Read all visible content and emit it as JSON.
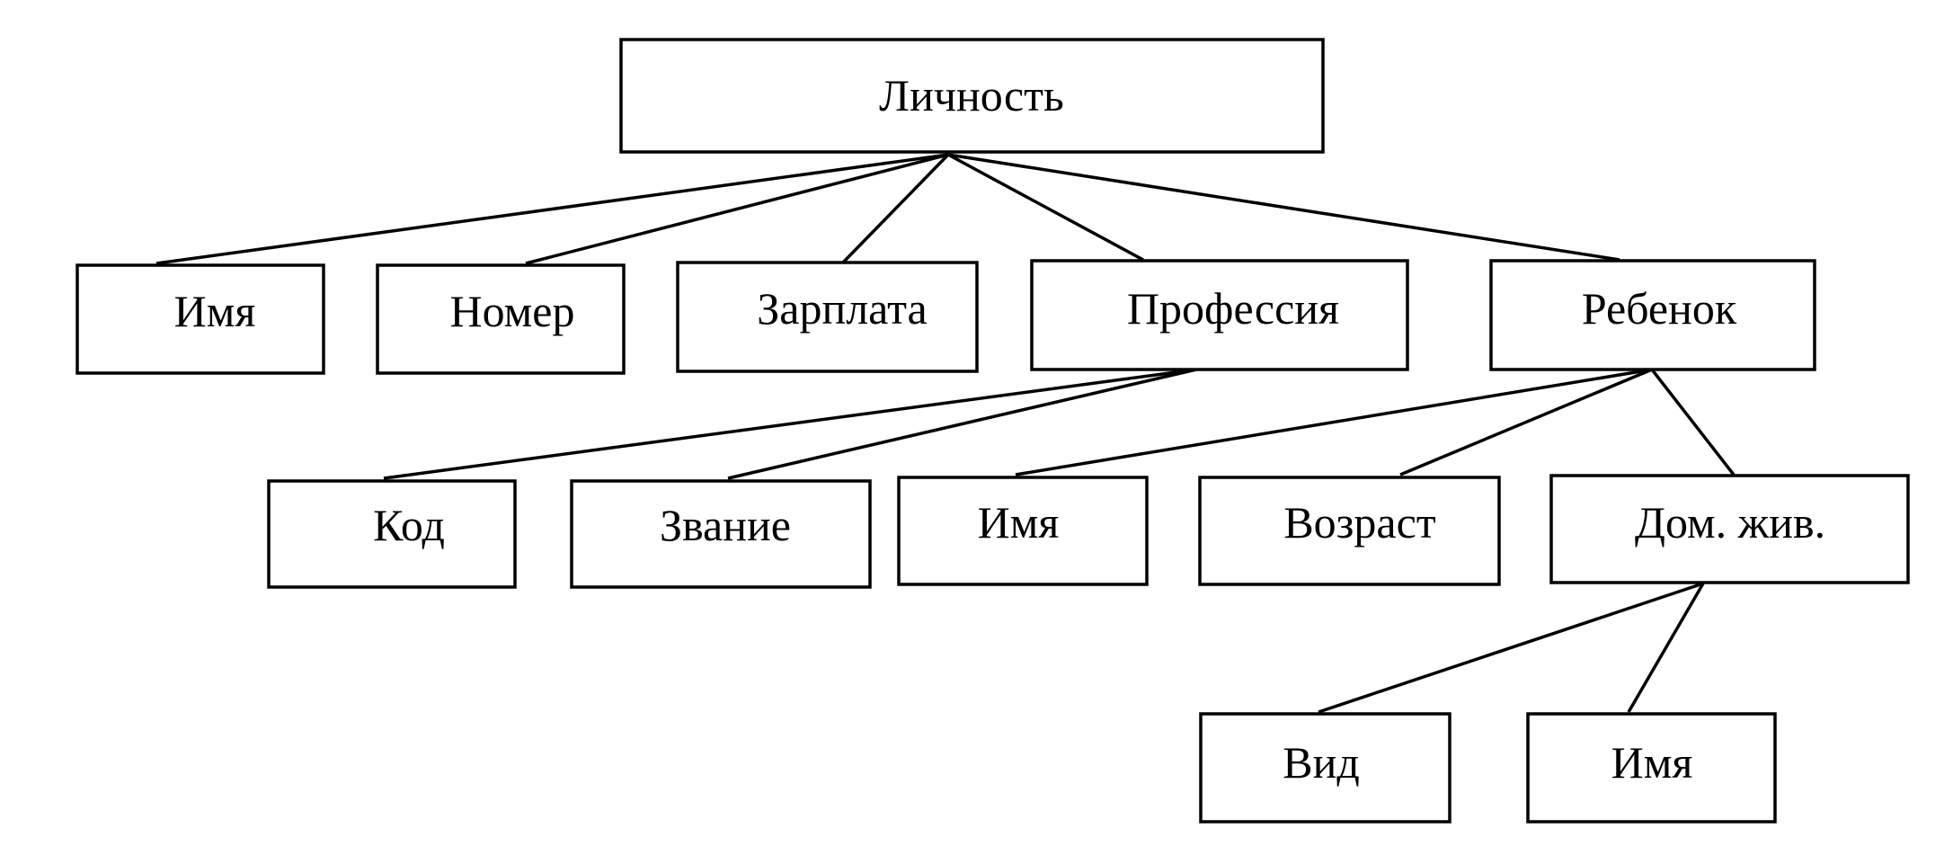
{
  "diagram": {
    "root": {
      "label": "Личность"
    },
    "level1": {
      "name": "Имя",
      "number": "Номер",
      "salary": "Зарплата",
      "profession": "Профессия",
      "child": "Ребенок"
    },
    "profession_children": {
      "code": "Код",
      "rank": "Звание"
    },
    "child_children": {
      "name": "Имя",
      "age": "Возраст",
      "home": "Дом. жив."
    },
    "home_children": {
      "kind": "Вид",
      "name": "Имя"
    },
    "colors": {
      "stroke": "#000000",
      "background": "#ffffff"
    }
  }
}
